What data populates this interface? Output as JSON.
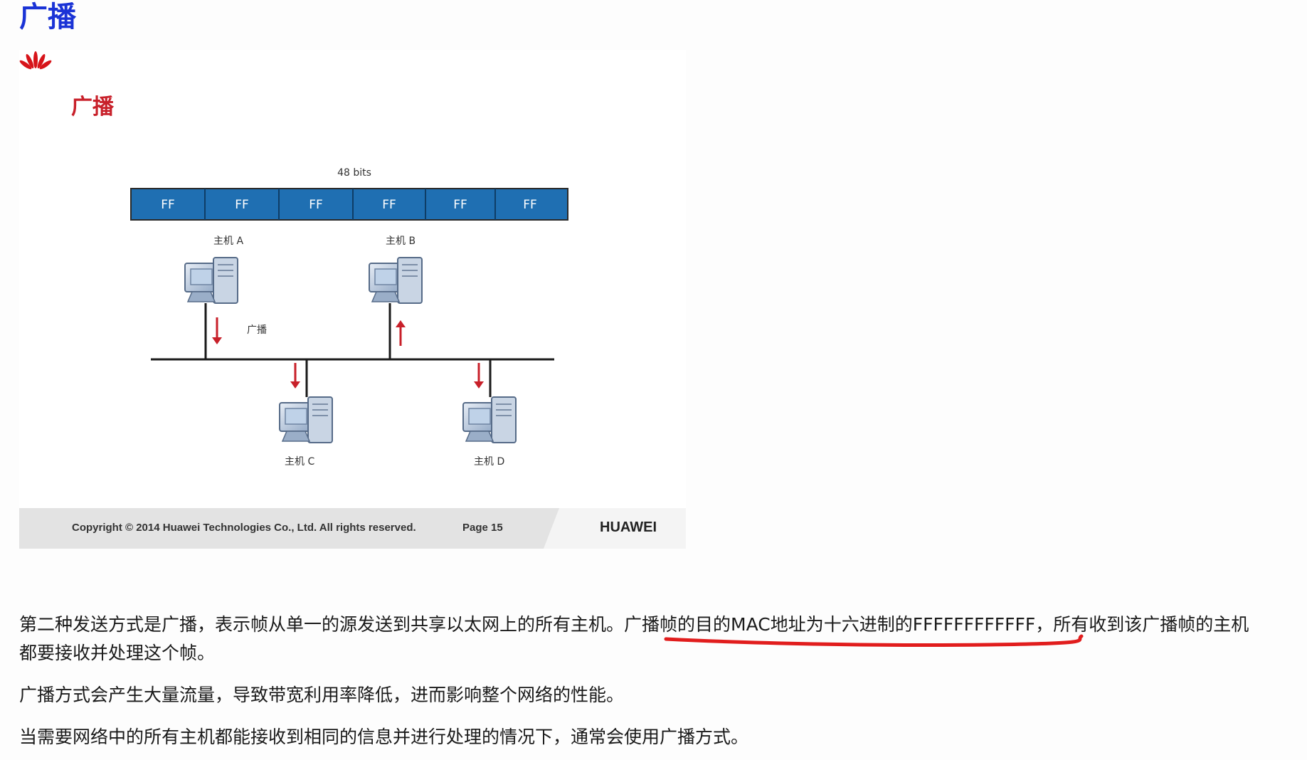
{
  "page_title": "广播",
  "slide": {
    "title": "广播",
    "bits_label": "48 bits",
    "octets": [
      "FF",
      "FF",
      "FF",
      "FF",
      "FF",
      "FF"
    ],
    "hosts": {
      "a": "主机 A",
      "b": "主机 B",
      "c": "主机 C",
      "d": "主机 D"
    },
    "broadcast_label": "广播",
    "footer": {
      "copyright": "Copyright © 2014 Huawei Technologies Co., Ltd. All rights reserved.",
      "page": "Page 15",
      "brand": "HUAWEI"
    },
    "colors": {
      "title_red": "#c8202a",
      "octet_blue": "#1f6fb2",
      "arrow_red": "#c8202a"
    }
  },
  "paragraphs": {
    "p1_part1": "第二种发送方式是广播，表示帧从单一的源发送到共享以太网上的所有主机。",
    "p1_highlight": "广播帧的目的MAC地址为十六进制的FFFFFFFFFFFF",
    "p1_part2": "，所有收到该广播帧的主机",
    "p1_line2": "都要接收并处理这个帧。",
    "p2": "广播方式会产生大量流量，导致带宽利用率降低，进而影响整个网络的性能。",
    "p3": "当需要网络中的所有主机都能接收到相同的信息并进行处理的情况下，通常会使用广播方式。"
  },
  "annotation": {
    "underline_color": "#e11d1d"
  }
}
